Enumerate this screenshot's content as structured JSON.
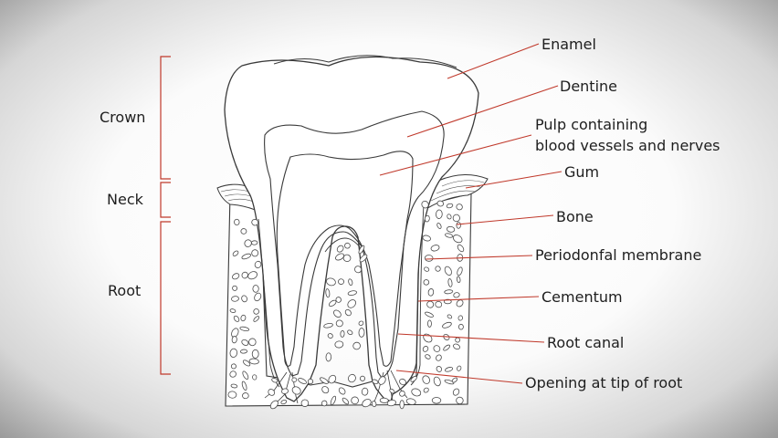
{
  "diagram": {
    "sections": {
      "crown": "Crown",
      "neck": "Neck",
      "root": "Root"
    },
    "labels": {
      "enamel": "Enamel",
      "dentine": "Dentine",
      "pulp_line1": "Pulp containing",
      "pulp_line2": "blood vessels and nerves",
      "gum": "Gum",
      "bone": "Bone",
      "periodontal": "Periodonfal membrane",
      "cementum": "Cementum",
      "root_canal": "Root canal",
      "opening": "Opening at tip of root"
    },
    "colors": {
      "outline": "#3a3a3a",
      "leader_line": "#c0392b",
      "bracket": "#c0392b",
      "text": "#1e1e1e"
    }
  }
}
